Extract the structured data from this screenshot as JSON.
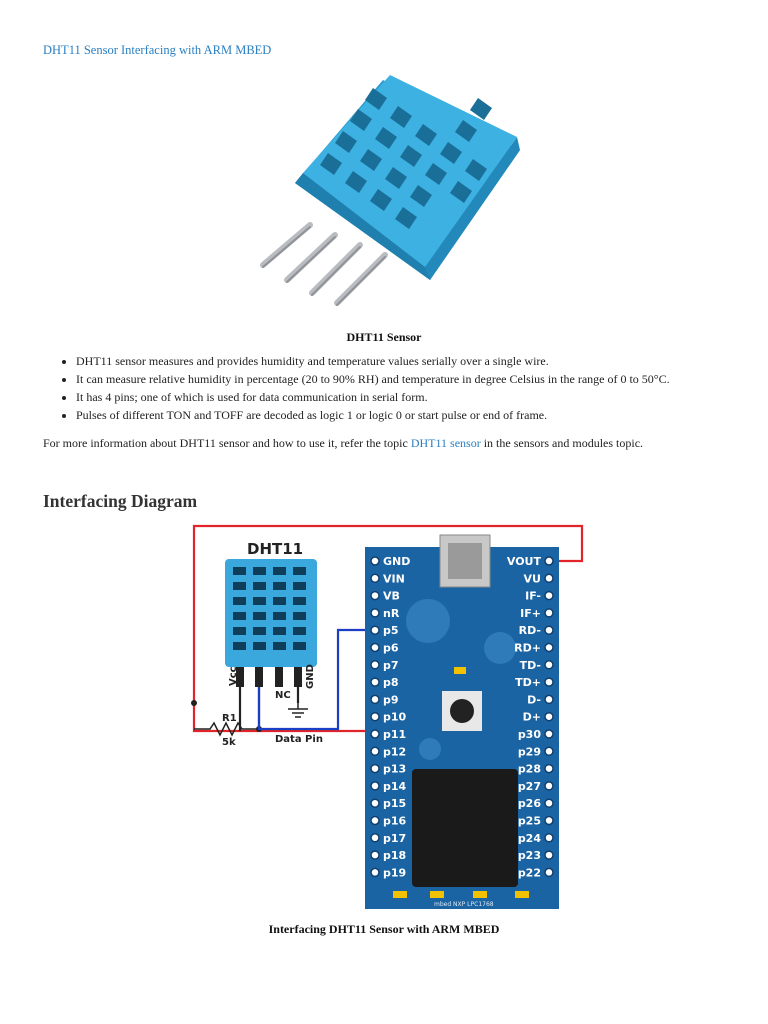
{
  "page": {
    "top_link": "DHT11 Sensor Interfacing with ARM MBED",
    "figure1_caption": "DHT11 Sensor",
    "bullets": [
      "DHT11 sensor measures and provides humidity and temperature values serially over a single wire.",
      "It can measure relative humidity in percentage (20 to 90% RH) and temperature in degree Celsius in the range of 0 to 50°C.",
      "It has 4 pins; one of which is used for data communication in serial form.",
      "Pulses of different TON and TOFF are decoded as logic 1 or logic 0 or start pulse or end of frame."
    ],
    "para_before": "For more information about DHT11 sensor and how to use it, refer the topic ",
    "para_link": "DHT11 sensor",
    "para_after": " in the sensors and modules topic.",
    "heading": "Interfacing Diagram",
    "figure2_caption": "Interfacing DHT11 Sensor with ARM MBED"
  },
  "diagram": {
    "sensor_label": "DHT11",
    "pin_vcc": "Vcc",
    "pin_nc": "NC",
    "pin_gnd": "GND",
    "resistor_name": "R1",
    "resistor_value": "5k",
    "data_pin_label": "Data Pin",
    "left_pins": [
      "GND",
      "VIN",
      "VB",
      "nR",
      "p5",
      "p6",
      "p7",
      "p8",
      "p9",
      "p10",
      "p11",
      "p12",
      "p13",
      "p14",
      "p15",
      "p16",
      "p17",
      "p18",
      "p19"
    ],
    "right_pins": [
      "VOUT",
      "VU",
      "IF-",
      "IF+",
      "RD-",
      "RD+",
      "TD-",
      "TD+",
      "D-",
      "D+",
      "p30",
      "p29",
      "p28",
      "p27",
      "p26",
      "p25",
      "p24",
      "p23",
      "p22"
    ],
    "board_text": "mbed NXP LPC1768",
    "colors": {
      "board": "#1b64a4",
      "sensor": "#3aa8dc",
      "wire_red": "#e0242a",
      "wire_blue": "#1a3fc4"
    }
  }
}
